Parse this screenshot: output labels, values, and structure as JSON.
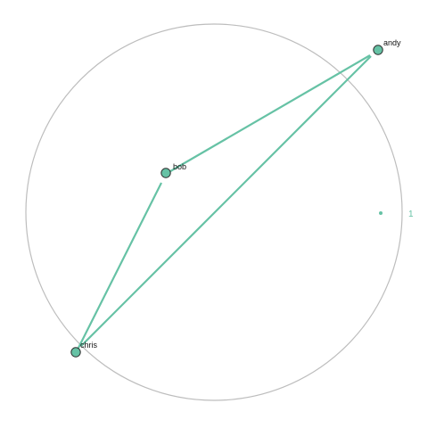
{
  "colors": {
    "background": "#ffffff",
    "boundary": "#bdbdbd",
    "accent": "#66c2a5",
    "node_fill": "#66c2a5",
    "node_stroke": "#2f2f2f",
    "label": "#111111"
  },
  "diagram": {
    "nodes": [
      {
        "id": "andy",
        "label": "andy"
      },
      {
        "id": "bob",
        "label": "bob"
      },
      {
        "id": "chris",
        "label": "chris"
      }
    ],
    "edges": [
      {
        "from": "bob",
        "to": "andy"
      },
      {
        "from": "andy",
        "to": "chris"
      },
      {
        "from": "bob",
        "to": "chris"
      }
    ],
    "marker": {
      "label": "1"
    }
  }
}
